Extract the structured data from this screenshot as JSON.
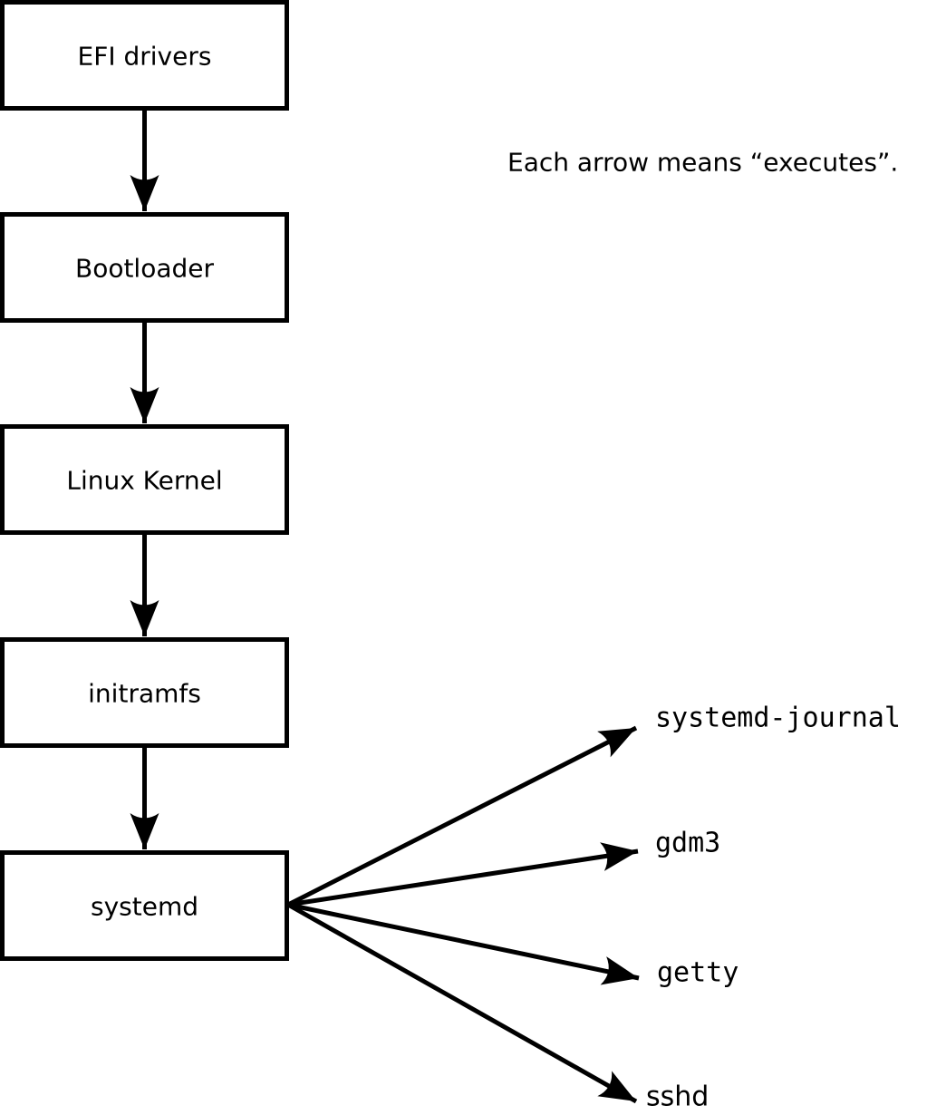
{
  "diagram": {
    "note": "Each arrow means “executes”.",
    "arrow_meaning": "executes",
    "chain": [
      {
        "label": "EFI drivers"
      },
      {
        "label": "Bootloader"
      },
      {
        "label": "Linux Kernel"
      },
      {
        "label": "initramfs"
      },
      {
        "label": "systemd"
      }
    ],
    "spawned": [
      {
        "label": "systemd-journal"
      },
      {
        "label": "gdm3"
      },
      {
        "label": "getty"
      },
      {
        "label": "sshd"
      }
    ],
    "colors": {
      "background": "#ffffff",
      "box_fill": "#ffffff",
      "stroke": "#000000",
      "text": "#000000"
    }
  }
}
